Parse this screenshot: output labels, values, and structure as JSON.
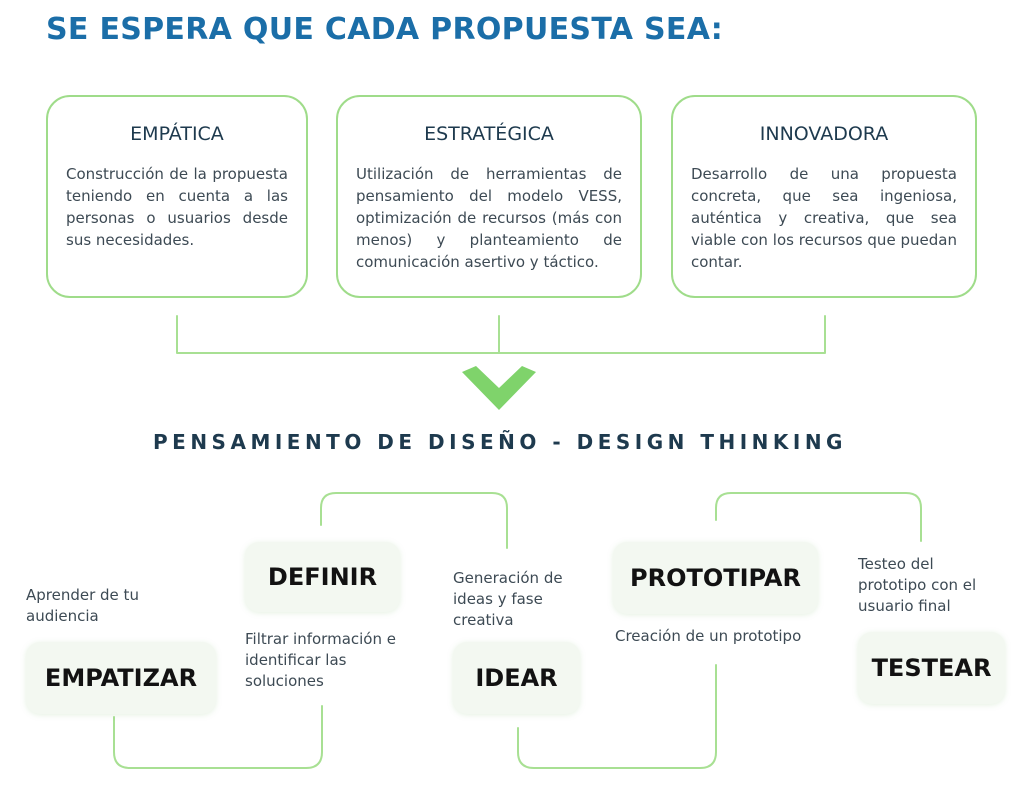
{
  "title": "SE ESPERA QUE CADA PROPUESTA SEA:",
  "cards": [
    {
      "heading": "EMPÁTICA",
      "text": "Construcción de la propuesta teniendo en cuenta a las personas o usuarios desde sus necesidades."
    },
    {
      "heading": "ESTRATÉGICA",
      "text": "Utilización de herramientas de pensamiento del modelo VESS, optimización de recursos (más con menos) y planteamiento de comunicación asertivo y táctico."
    },
    {
      "heading": "INNOVADORA",
      "text": "Desarrollo de una propuesta concreta, que sea ingeniosa, auténtica y creativa, que sea viable con los recursos que puedan contar."
    }
  ],
  "subtitle": "PENSAMIENTO DE DISEÑO - DESIGN THINKING",
  "stages": [
    {
      "label": "EMPATIZAR",
      "note": "Aprender de tu audiencia"
    },
    {
      "label": "DEFINIR",
      "note": "Filtrar información e identificar las soluciones"
    },
    {
      "label": "IDEAR",
      "note": "Generación de ideas y fase creativa"
    },
    {
      "label": "PROTOTIPAR",
      "note": "Creación de un prototipo"
    },
    {
      "label": "TESTEAR",
      "note": "Testeo del prototipo con el usuario final"
    }
  ],
  "colors": {
    "title": "#1b6ea8",
    "accent_green": "#9fdc8a",
    "chevron": "#7fd36b",
    "dark_text": "#1e3a4e"
  }
}
